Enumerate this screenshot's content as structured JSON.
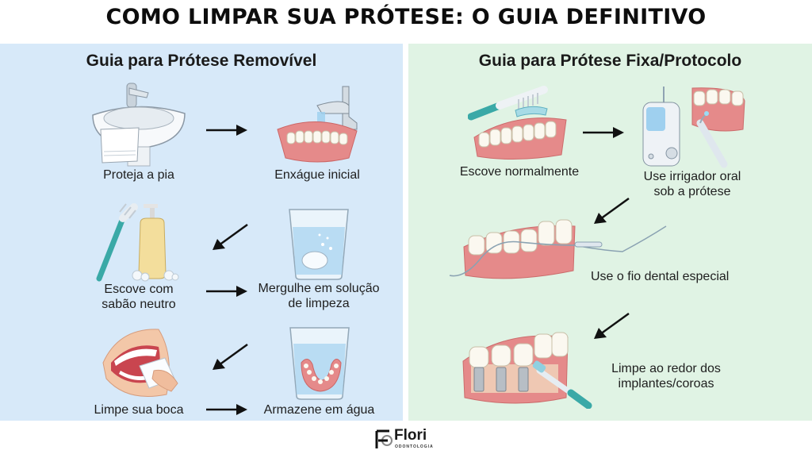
{
  "title": "COMO LIMPAR SUA PRÓTESE: O GUIA DEFINITIVO",
  "colors": {
    "left_panel_bg": "#d7e9f9",
    "right_panel_bg": "#e0f3e4",
    "gum": "#e58a8a",
    "tooth": "#fbf8f0",
    "brush_teal": "#3aa9a7",
    "water": "#9cd0ef",
    "arrow": "#111111"
  },
  "left_panel": {
    "heading": "Guia para Prótese Removível",
    "steps": [
      {
        "label": "Proteja a pia",
        "icon": "sink-with-towel-icon"
      },
      {
        "label": "Enxágue inicial",
        "icon": "denture-under-faucet-icon"
      },
      {
        "label": "Escove com\nsabão neutro",
        "icon": "brush-and-soap-icon"
      },
      {
        "label": "Mergulhe em solução\nde limpeza",
        "icon": "glass-with-tablet-icon"
      },
      {
        "label": "Limpe sua boca",
        "icon": "mouth-wipe-icon"
      },
      {
        "label": "Armazene em água",
        "icon": "denture-in-glass-icon"
      }
    ]
  },
  "right_panel": {
    "heading": "Guia para Prótese Fixa/Protocolo",
    "steps": [
      {
        "label": "Escove normalmente",
        "icon": "toothbrush-on-teeth-icon"
      },
      {
        "label": "Use irrigador oral\nsob a prótese",
        "icon": "water-flosser-icon"
      },
      {
        "label": "Use o fio dental especial",
        "icon": "dental-floss-icon"
      },
      {
        "label": "Limpe ao redor dos\nimplantes/coroas",
        "icon": "implant-brush-icon"
      }
    ]
  },
  "logo": {
    "name": "Flori",
    "subtitle": "ODONTOLOGIA"
  }
}
